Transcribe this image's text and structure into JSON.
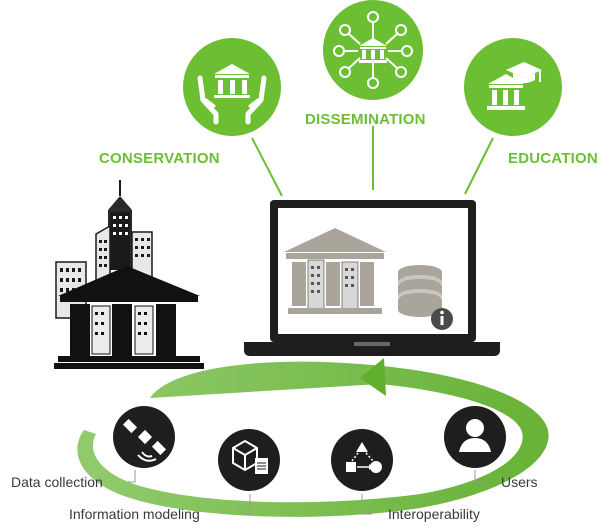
{
  "colors": {
    "green": "#6cbf32",
    "green_dark": "#5aa82a",
    "dark": "#1e1e1e",
    "grey_building": "#a9a59b",
    "text_grey": "#3a3a3a"
  },
  "top_circles": [
    {
      "label": "CONSERVATION",
      "icon": "hands-holding-museum-icon"
    },
    {
      "label": "DISSEMINATION",
      "icon": "museum-network-icon"
    },
    {
      "label": "EDUCATION",
      "icon": "museum-graduation-cap-icon"
    }
  ],
  "workflow_steps": [
    {
      "label": "Data collection",
      "icon": "satellite-icon"
    },
    {
      "label": "Information modeling",
      "icon": "3d-model-document-icon"
    },
    {
      "label": "Interoperability",
      "icon": "connected-shapes-icon"
    },
    {
      "label": "Users",
      "icon": "user-icon"
    }
  ],
  "illustrations": {
    "left": "heritage-city-building-icon",
    "center": "laptop-with-heritage-model-and-database-icon"
  }
}
